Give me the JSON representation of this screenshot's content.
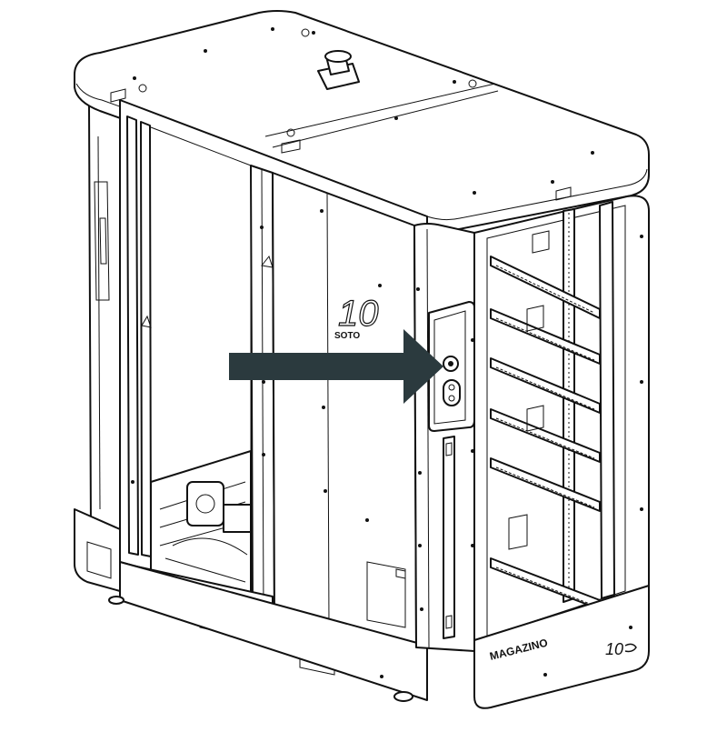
{
  "machine": {
    "front_number": "10",
    "front_brand": "SOTO",
    "base_brand": "MAGAZINO",
    "base_number": "10"
  },
  "indicator": {
    "type": "arrow",
    "direction": "right",
    "color": "#2b3a3e",
    "target": "door-handle-button"
  },
  "colors": {
    "line": "#111111",
    "background": "#ffffff"
  }
}
